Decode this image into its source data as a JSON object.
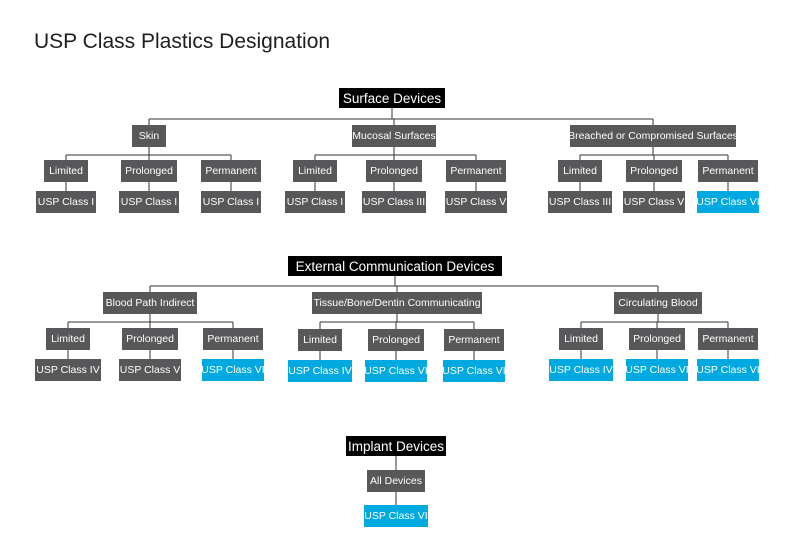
{
  "title": "USP Class Plastics Designation",
  "colors": {
    "node": "#58585a",
    "highlight": "#00a9df",
    "header": "#000000",
    "line": "#333333"
  },
  "sections": [
    {
      "title": "Surface Devices",
      "groups": [
        {
          "label": "Skin",
          "items": [
            {
              "duration": "Limited",
              "class": "USP Class I",
              "highlight": false
            },
            {
              "duration": "Prolonged",
              "class": "USP Class I",
              "highlight": false
            },
            {
              "duration": "Permanent",
              "class": "USP Class I",
              "highlight": false
            }
          ]
        },
        {
          "label": "Mucosal Surfaces",
          "items": [
            {
              "duration": "Limited",
              "class": "USP Class I",
              "highlight": false
            },
            {
              "duration": "Prolonged",
              "class": "USP Class III",
              "highlight": false
            },
            {
              "duration": "Permanent",
              "class": "USP Class V",
              "highlight": false
            }
          ]
        },
        {
          "label": "Breached or Compromised  Surfaces",
          "items": [
            {
              "duration": "Limited",
              "class": "USP Class III",
              "highlight": false
            },
            {
              "duration": "Prolonged",
              "class": "USP Class V",
              "highlight": false
            },
            {
              "duration": "Permanent",
              "class": "USP Class VI",
              "highlight": true
            }
          ]
        }
      ]
    },
    {
      "title": "External Communication Devices",
      "groups": [
        {
          "label": "Blood Path Indirect",
          "items": [
            {
              "duration": "Limited",
              "class": "USP Class IV",
              "highlight": false
            },
            {
              "duration": "Prolonged",
              "class": "USP Class V",
              "highlight": false
            },
            {
              "duration": "Permanent",
              "class": "USP Class VI",
              "highlight": true
            }
          ]
        },
        {
          "label": "Tissue/Bone/Dentin Communicating",
          "items": [
            {
              "duration": "Limited",
              "class": "USP Class IV",
              "highlight": true
            },
            {
              "duration": "Prolonged",
              "class": "USP Class VI",
              "highlight": true
            },
            {
              "duration": "Permanent",
              "class": "USP Class VI",
              "highlight": true
            }
          ]
        },
        {
          "label": "Circulating Blood",
          "items": [
            {
              "duration": "Limited",
              "class": "USP Class IV",
              "highlight": true
            },
            {
              "duration": "Prolonged",
              "class": "USP Class VI",
              "highlight": true
            },
            {
              "duration": "Permanent",
              "class": "USP Class VI",
              "highlight": true
            }
          ]
        }
      ]
    },
    {
      "title": "Implant Devices",
      "groups": [
        {
          "label": "All Devices",
          "class": "USP Class VI",
          "highlight": true
        }
      ]
    }
  ]
}
